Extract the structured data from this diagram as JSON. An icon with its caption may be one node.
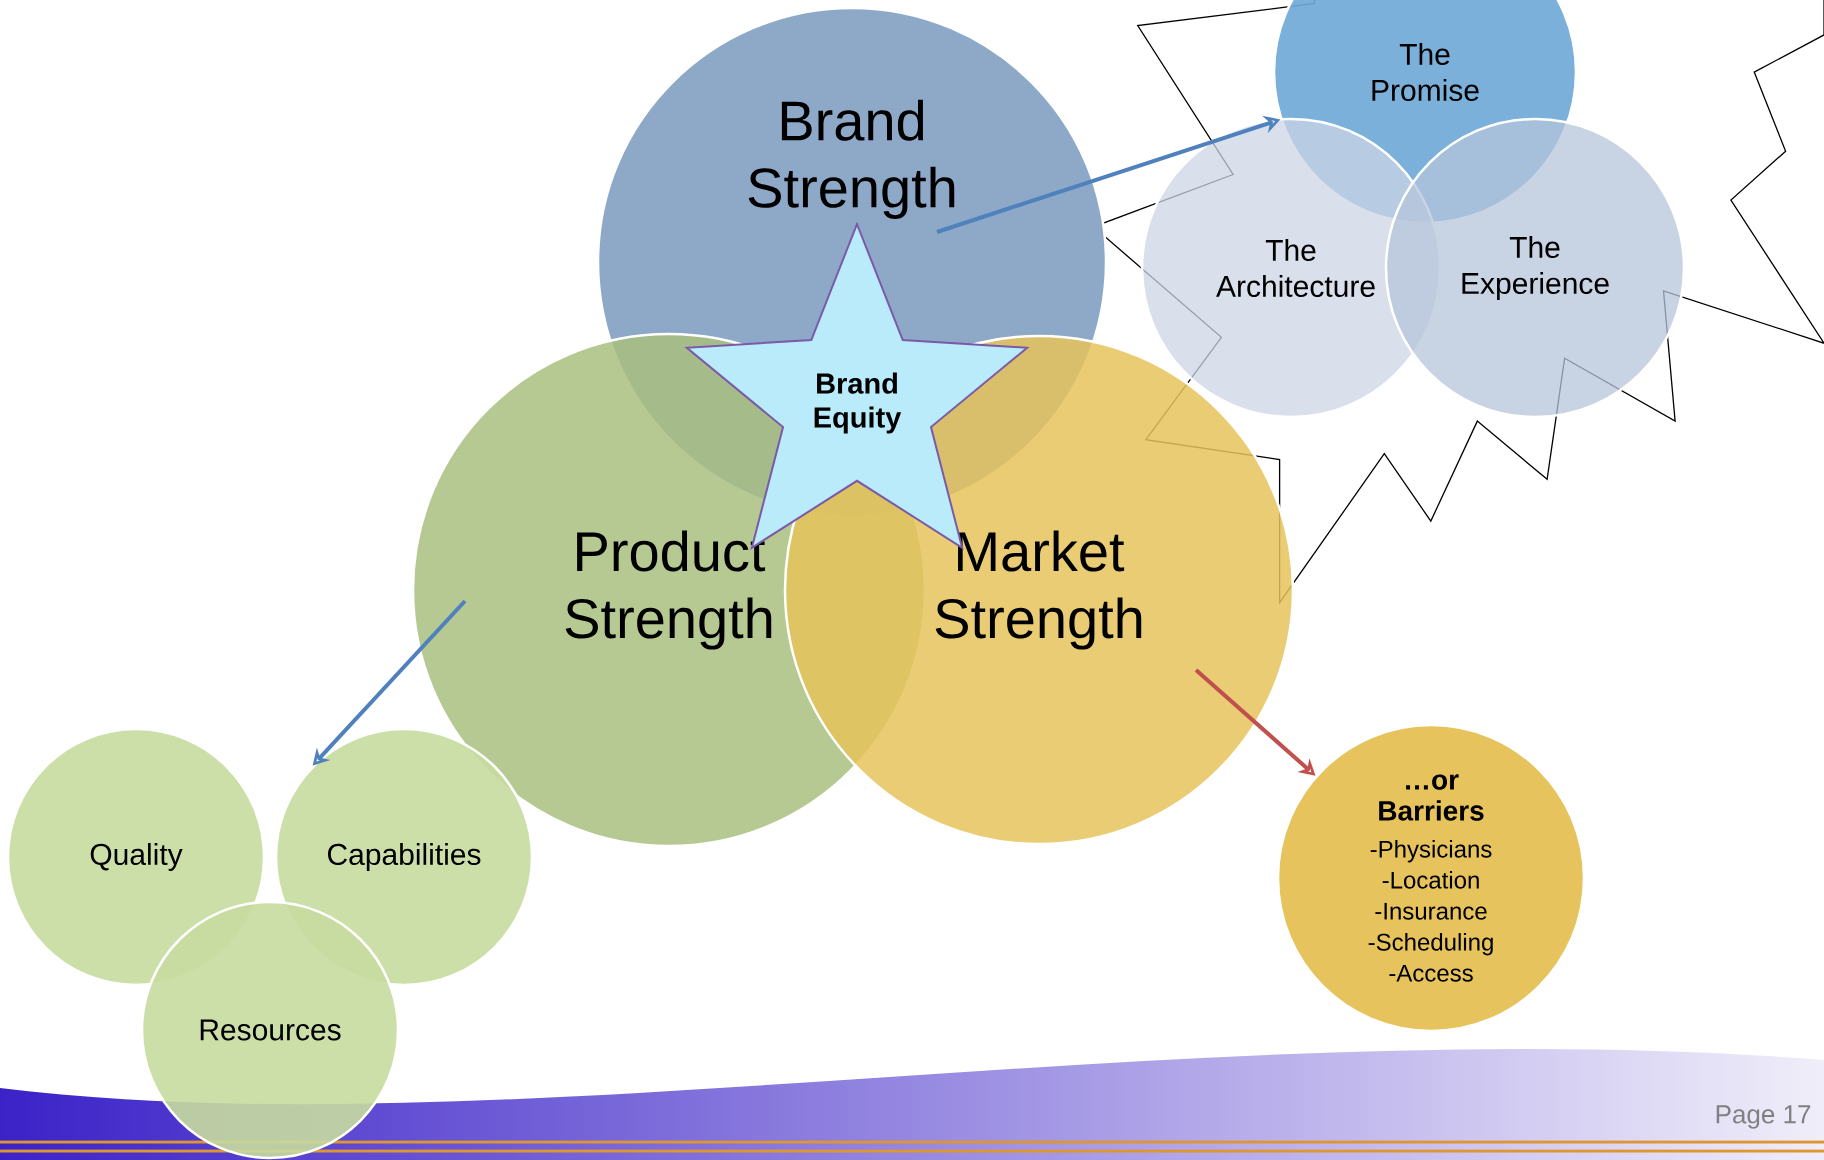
{
  "diagram": {
    "nodes": [
      {
        "text": [
          "Brand Strength"
        ]
      },
      {
        "text": [
          "Product Strength"
        ]
      },
      {
        "text": [
          "Market Strength"
        ]
      },
      {
        "text": [
          "Brand Equity"
        ]
      },
      {
        "text": [
          "The Promise"
        ]
      },
      {
        "text": [
          "The Architecture"
        ]
      },
      {
        "text": [
          "The Experience"
        ]
      },
      {
        "text": [
          "Quality"
        ]
      },
      {
        "text": [
          "Capabilities"
        ]
      },
      {
        "text": [
          "Resources"
        ]
      },
      {
        "text": [
          "…or Barriers",
          "-Physicians -Location -Insurance -Scheduling -Access"
        ]
      }
    ],
    "edges": [
      {
        "from": 0,
        "to": 4,
        "arrow": "to"
      },
      {
        "from": 1,
        "to": 8,
        "arrow": "to"
      },
      {
        "from": 2,
        "to": 10,
        "arrow": "to",
        "color": "#c0504d"
      }
    ],
    "labels": [
      "Page 17"
    ]
  }
}
